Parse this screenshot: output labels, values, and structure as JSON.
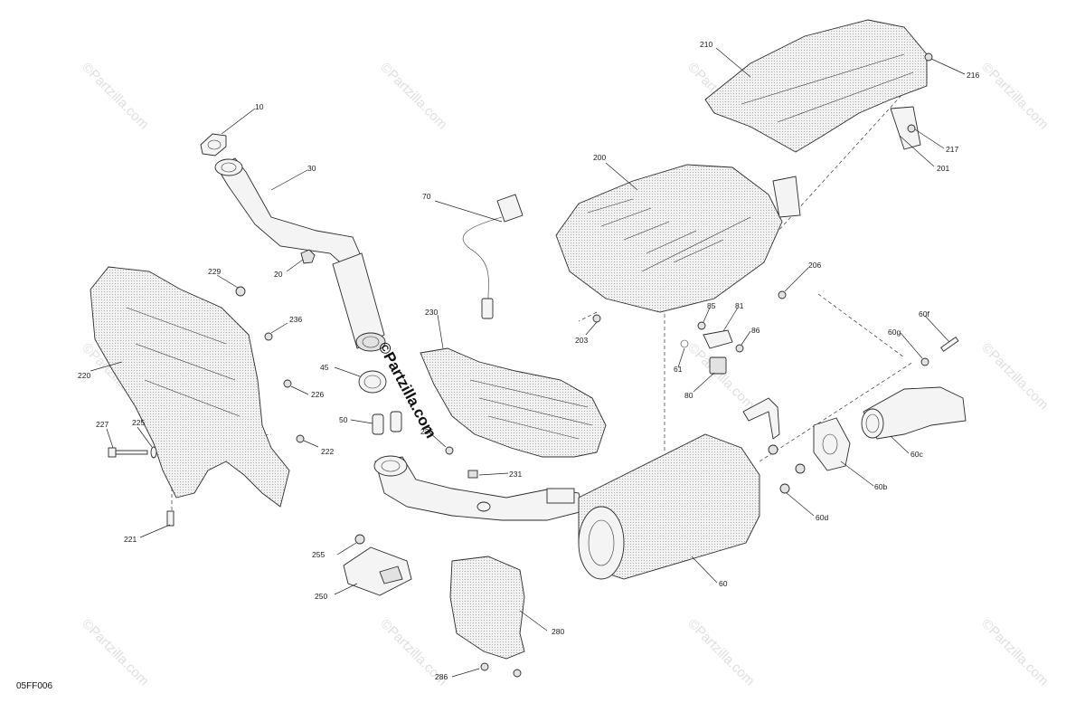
{
  "diagram_code": "05FF006",
  "watermark": "©Partzilla.com",
  "callouts": {
    "c10": "10",
    "c30": "30",
    "c20": "20",
    "c70": "70",
    "c200": "200",
    "c210": "210",
    "c216": "216",
    "c217": "217",
    "c201": "201",
    "c206": "206",
    "c203": "203",
    "c229": "229",
    "c236a": "236",
    "c220": "220",
    "c226": "226",
    "c227": "227",
    "c225": "225",
    "c222": "222",
    "c221": "221",
    "c45": "45",
    "c50": "50",
    "c230": "230",
    "c236b": "236",
    "c231": "231",
    "c85": "85",
    "c81": "81",
    "c86": "86",
    "c61": "61",
    "c80": "80",
    "c60f": "60f",
    "c60g": "60g",
    "c60c": "60c",
    "c60b": "60b",
    "c60d": "60d",
    "c60": "60",
    "c255": "255",
    "c250": "250",
    "c280": "280",
    "c286": "286"
  }
}
